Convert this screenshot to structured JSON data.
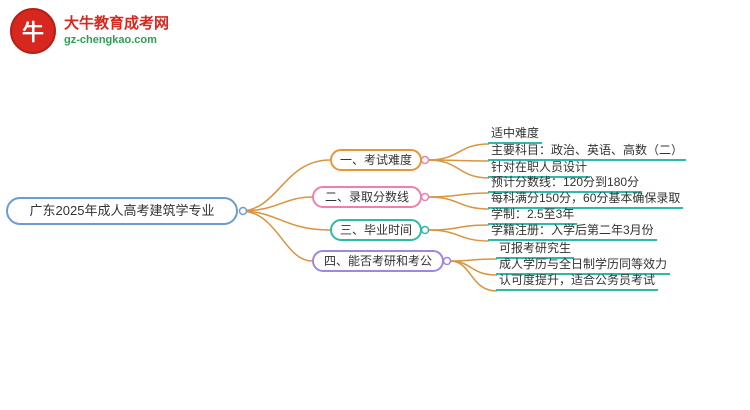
{
  "logo": {
    "icon": "牛",
    "title": "大牛教育成考网",
    "url": "gz-chengkao.com"
  },
  "map": {
    "root": {
      "label": "广东2025年成人高考建筑学专业"
    },
    "branches": [
      {
        "label": "一、考试难度",
        "color": "#e8953a",
        "children": [
          "适中难度",
          "主要科目：政治、英语、高数（二）",
          "针对在职人员设计"
        ]
      },
      {
        "label": "二、录取分数线",
        "color": "#ef7fae",
        "children": [
          "预计分数线：120分到180分",
          "每科满分150分，60分基本确保录取"
        ]
      },
      {
        "label": "三、毕业时间",
        "color": "#2fb8ac",
        "children": [
          "学制：2.5至3年",
          "学籍注册：入学后第二年3月份"
        ]
      },
      {
        "label": "四、能否考研和考公",
        "color": "#9f86e0",
        "children": [
          "可报考研究生",
          "成人学历与全日制学历同等效力",
          "认可度提升，适合公务员考试"
        ]
      }
    ]
  },
  "colors": {
    "connector": "#d6953e",
    "root_border": "#6b9bd2",
    "leaf_underline": "#2fb8ac",
    "logo_red": "#d6281e",
    "logo_green": "#2f9e55",
    "background": "#ffffff"
  }
}
